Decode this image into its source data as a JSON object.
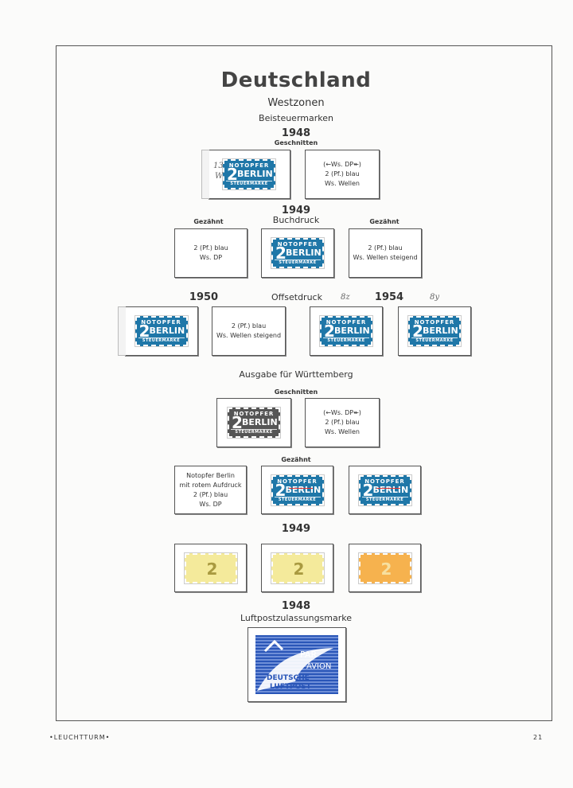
{
  "page": {
    "title": "Deutschland",
    "subtitle": "Westzonen",
    "subtitle2": "Beisteuermarken",
    "footer_left": "•LEUCHTTURM•",
    "footer_right": "21"
  },
  "sections": {
    "y1948": "1948",
    "geschnitten": "Geschnitten",
    "y1949": "1949",
    "buchdruck": "Buchdruck",
    "gezaehnt_left": "Gezähnt",
    "gezaehnt_right": "Gezähnt",
    "y1950": "1950",
    "offsetdruck": "Offsetdruck",
    "y1954": "1954",
    "wuerttemberg": "Ausgabe für Württemberg",
    "geschnitten2": "Geschnitten",
    "gezaehnt2": "Gezähnt",
    "y1949b": "1949",
    "y1948b": "1948",
    "luftpost": "Luftpostzulassungsmarke"
  },
  "stamp_text": {
    "top": "NOTOPFER",
    "num": "2",
    "name": "BERLIN",
    "bottom": "STEUERMARKE"
  },
  "pencil": {
    "a": "13",
    "b": "W",
    "c": "8z",
    "d": "8y"
  },
  "cards": {
    "c1948": [
      "(←Ws. DP↞)",
      "2 (Pf.)  blau",
      "Ws. Wellen"
    ],
    "c1949a": [
      "2 (Pf.)  blau",
      "Ws. DP"
    ],
    "c1949b": [
      "2 (Pf.)  blau",
      "Ws. Wellen steigend"
    ],
    "c1950": [
      "2 (Pf.)  blau",
      "Ws. Wellen steigend"
    ],
    "cw1": [
      "(←Ws. DP↞)",
      "2 (Pf.)  blau",
      "Ws. Wellen"
    ],
    "cw2": [
      "Notopfer Berlin",
      "mit rotem Aufdruck",
      "2 (Pf.)  blau",
      "Ws. DP"
    ]
  },
  "airmail": {
    "l1": "PAR",
    "l2": "AVION",
    "l3": "DEUTSCHE",
    "l4": "LUFTPOST"
  }
}
